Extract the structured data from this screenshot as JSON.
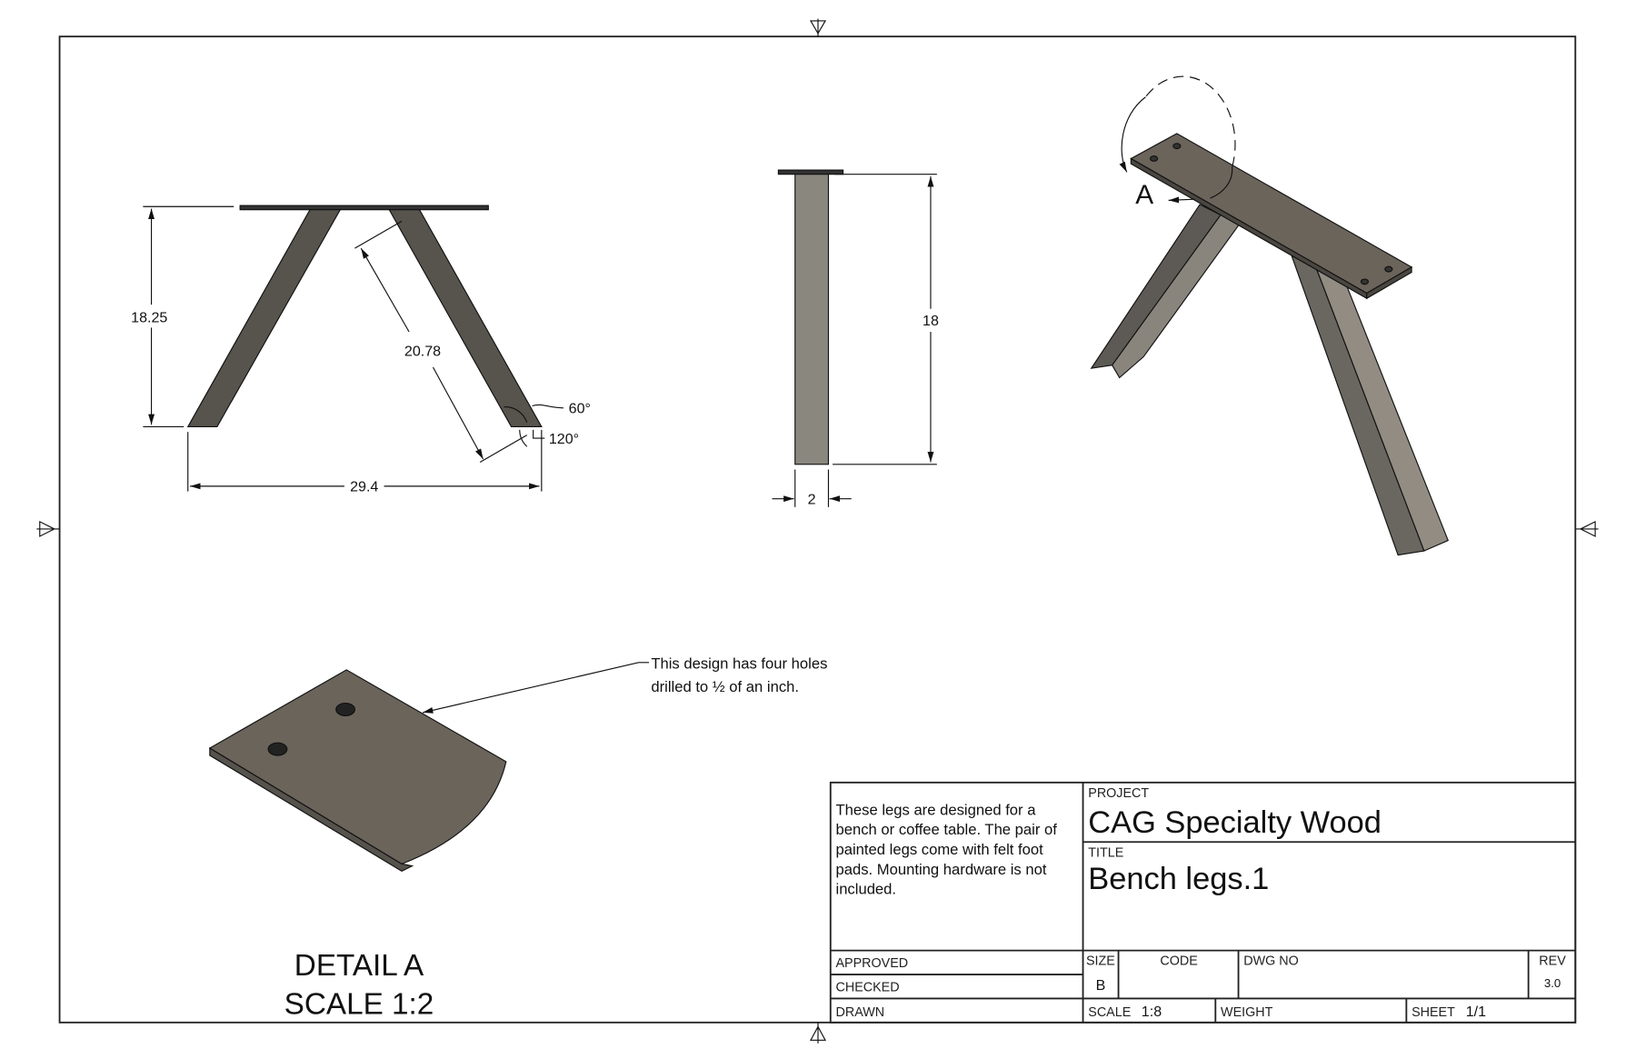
{
  "drawing": {
    "front_view": {
      "dim_height": "18.25",
      "dim_leg_length": "20.78",
      "dim_width": "29.4",
      "angle_outer": "60°",
      "angle_inner": "120°"
    },
    "side_view": {
      "dim_height": "18",
      "dim_width": "2"
    },
    "iso_view": {
      "detail_label": "A"
    },
    "detail": {
      "note_line1": "This design has four  holes",
      "note_line2": "drilled to ½ of an inch.",
      "title": "DETAIL A",
      "scale": "SCALE 1:2"
    },
    "colors": {
      "part_dark": "#57534d",
      "plate": "#6b645b",
      "leg_light": "#8c877e"
    }
  },
  "title_block": {
    "description_lines": [
      "These legs are designed for a",
      "bench or coffee table. The pair of",
      "painted legs come with felt foot",
      "pads. Mounting hardware is not",
      "included."
    ],
    "project_label": "PROJECT",
    "project": "CAG Specialty Wood",
    "title_label": "TITLE",
    "title": "Bench legs.1",
    "approved_label": "APPROVED",
    "checked_label": "CHECKED",
    "drawn_label": "DRAWN",
    "size_label": "SIZE",
    "size": "B",
    "code_label": "CODE",
    "dwg_no_label": "DWG NO",
    "rev_label": "REV",
    "rev": "3.0",
    "scale_label": "SCALE",
    "scale": "1:8",
    "weight_label": "WEIGHT",
    "sheet_label": "SHEET",
    "sheet": "1/1"
  }
}
